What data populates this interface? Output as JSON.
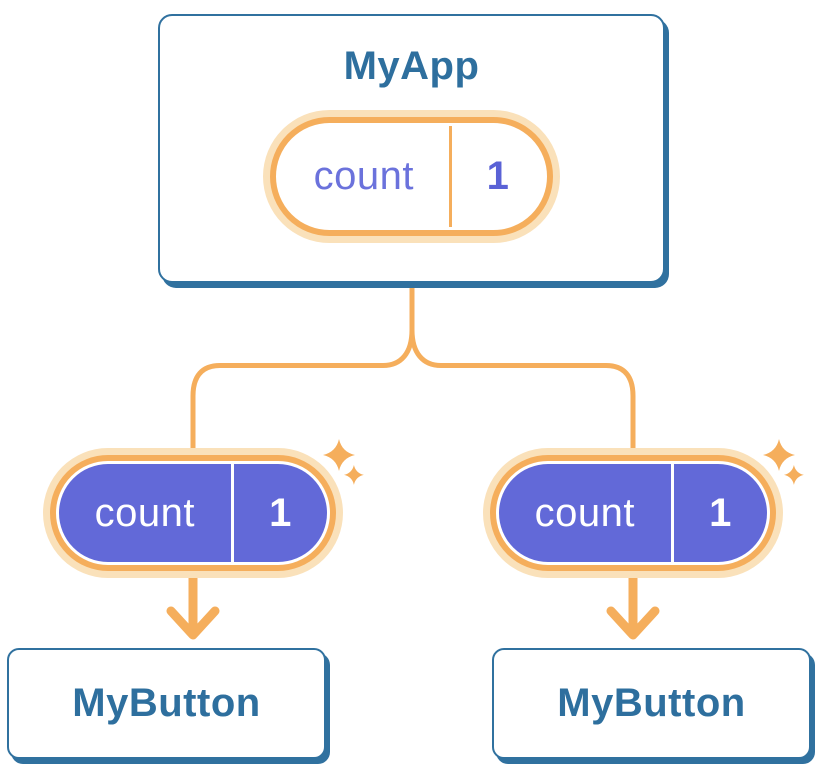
{
  "colors": {
    "heading-blue": "#2e6f9e",
    "card-border": "#30719f",
    "accent-orange": "#f5ae5c",
    "pale-orange": "#fae1ba",
    "pill-purple": "#6269d8",
    "state-key": "#6b72dc",
    "state-value": "#5a62d6",
    "card-bg": "#ffffff",
    "page-bg": "#ffffff"
  },
  "icons": {
    "sparkle": "sparkle-icon",
    "arrow": "arrow-down-icon"
  },
  "diagram": {
    "root": {
      "label": "MyApp",
      "state": {
        "key": "count",
        "value": "1"
      }
    },
    "props": [
      {
        "key": "count",
        "value": "1"
      },
      {
        "key": "count",
        "value": "1"
      }
    ],
    "children": [
      {
        "label": "MyButton"
      },
      {
        "label": "MyButton"
      }
    ]
  }
}
